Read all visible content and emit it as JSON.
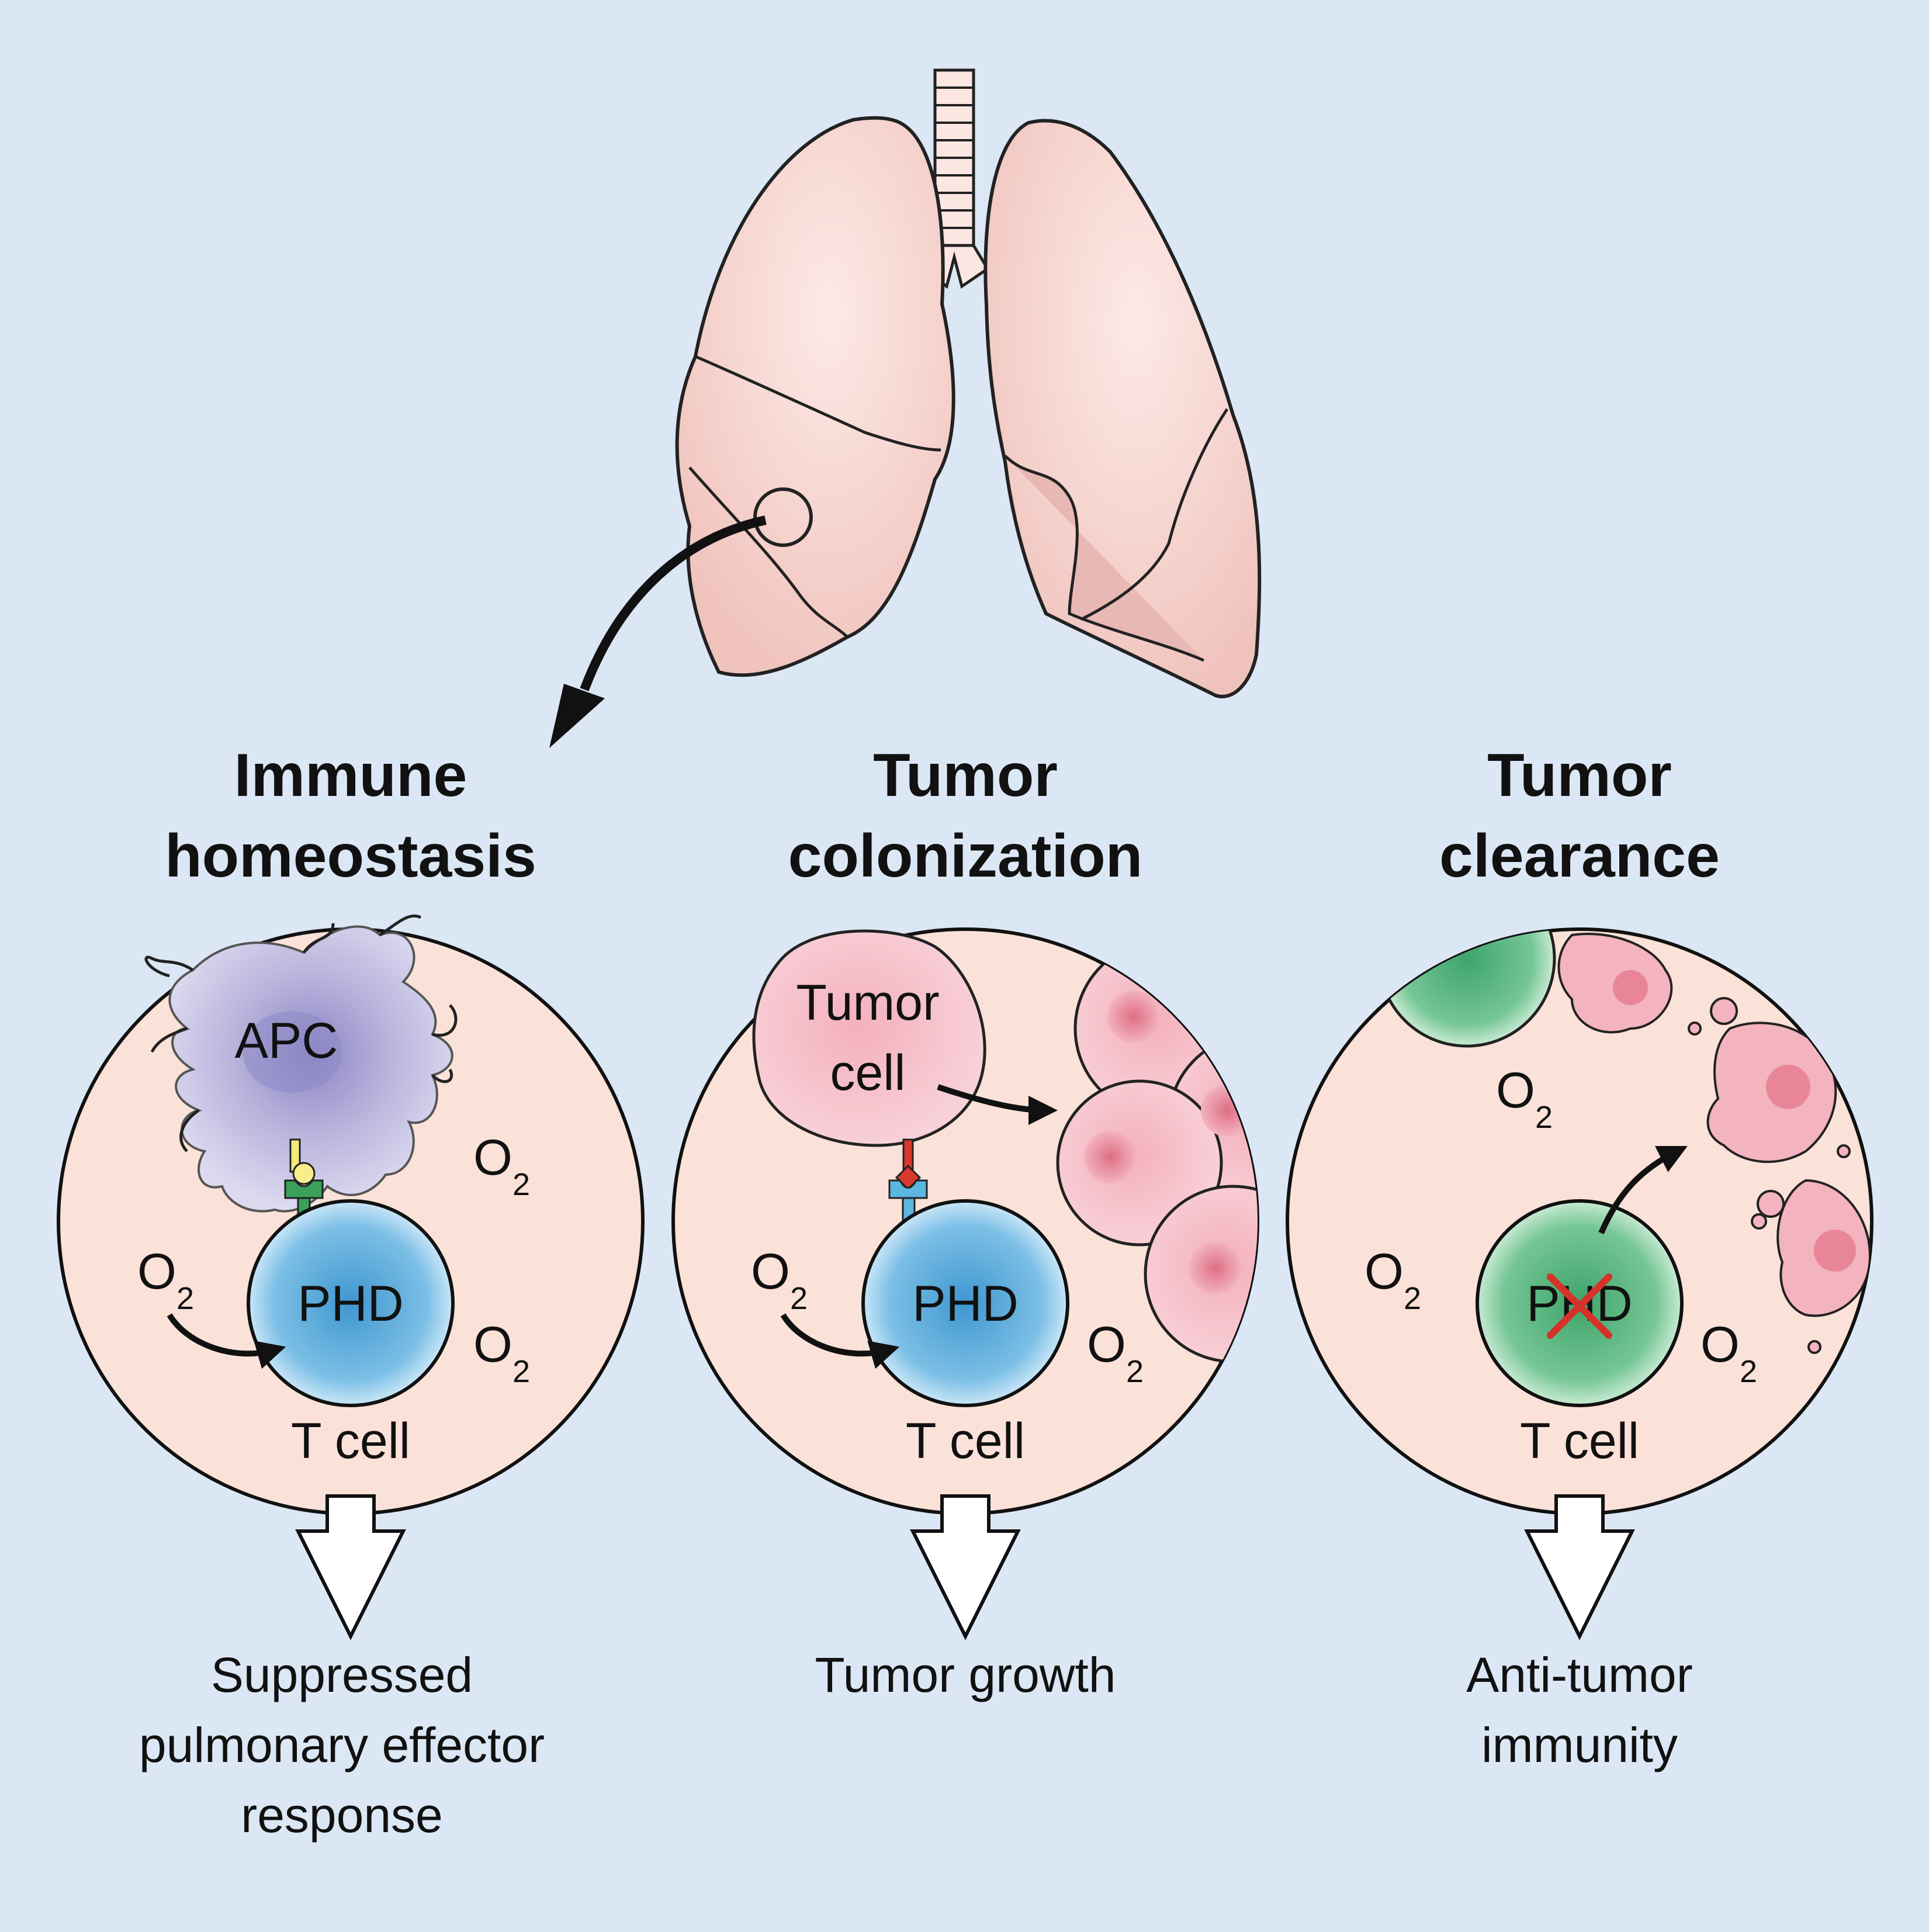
{
  "panels": [
    {
      "title_line1": "Immune",
      "title_line2": "homeostasis",
      "partner_label": "APC",
      "enzyme_label": "PHD",
      "cell_label": "T cell",
      "o2_main": "O",
      "o2_sub": "2",
      "outcome_line1": "Suppressed",
      "outcome_line2": "pulmonary effector",
      "outcome_line3": "response"
    },
    {
      "title_line1": "Tumor",
      "title_line2": "colonization",
      "partner_label_line1": "Tumor",
      "partner_label_line2": "cell",
      "enzyme_label": "PHD",
      "cell_label": "T cell",
      "o2_main": "O",
      "o2_sub": "2",
      "outcome_line1": "Tumor growth"
    },
    {
      "title_line1": "Tumor",
      "title_line2": "clearance",
      "enzyme_label": "PHD",
      "enzyme_status": "deleted",
      "cell_label": "T cell",
      "o2_main": "O",
      "o2_sub": "2",
      "outcome_line1": "Anti-tumor",
      "outcome_line2": "immunity"
    }
  ],
  "colors": {
    "background": "#dce7f5",
    "lung": "#f6cfc9",
    "circle_fill": "#fbe2d8",
    "tcell_blue": "#6fb4dd",
    "tcell_green": "#6cc08c",
    "apc_purple": "#a9a4d2",
    "tumor_pink": "#f0a3b1",
    "deletion_mark": "#d6322a"
  }
}
